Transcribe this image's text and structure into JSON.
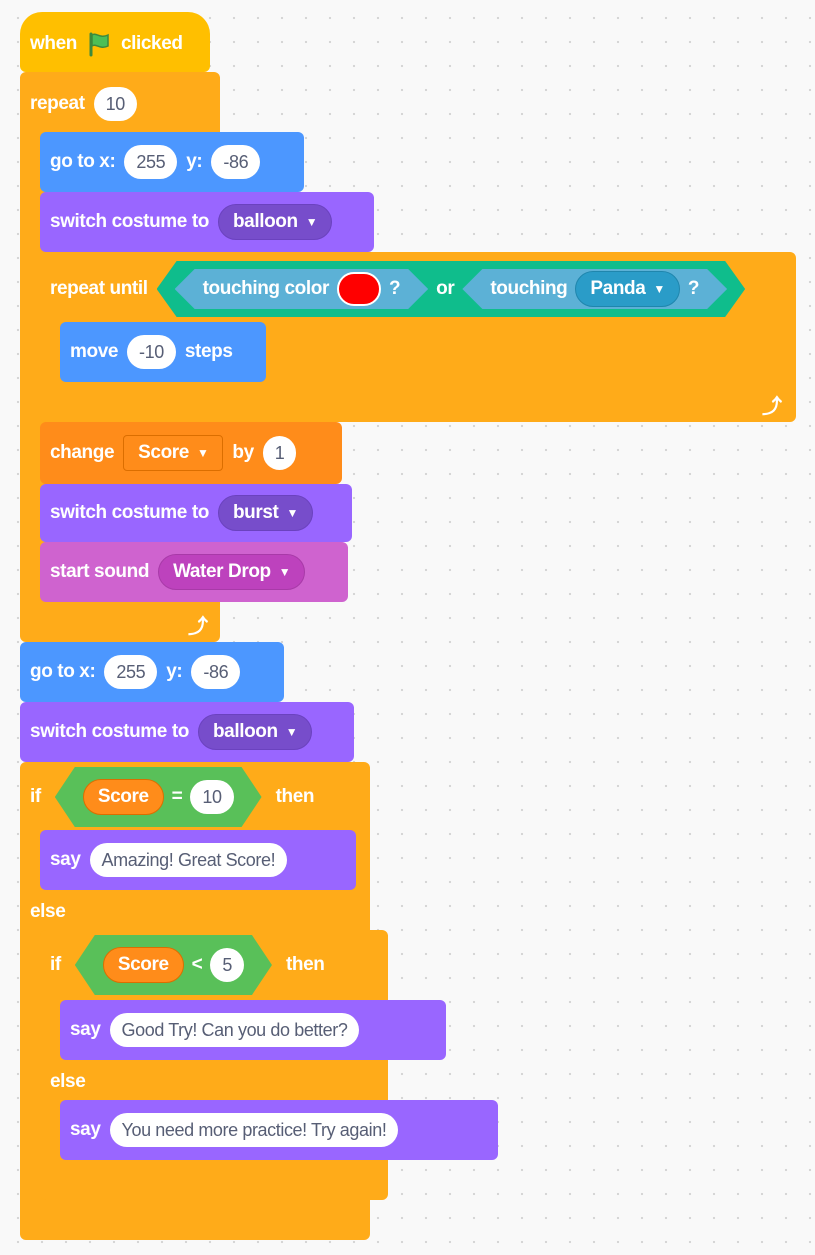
{
  "colors": {
    "event": "#ffbf00",
    "control": "#ffab19",
    "motion": "#4c97ff",
    "looks": "#9966ff",
    "sound": "#cf63cf",
    "variables": "#ff8c1a",
    "operators": "#59c059",
    "sensing": "#5cb1d6",
    "touch_color_value": "#ff0000"
  },
  "hat": {
    "when": "when",
    "flag_icon": "green-flag-icon",
    "clicked": "clicked"
  },
  "repeat": {
    "label": "repeat",
    "count": "10"
  },
  "goto1": {
    "label": "go to x:",
    "x": "255",
    "ylabel": "y:",
    "y": "-86"
  },
  "costume1": {
    "label": "switch costume to",
    "value": "balloon"
  },
  "repeat_until": {
    "label": "repeat until",
    "touch_color_label": "touching color",
    "q1": "?",
    "or": "or",
    "touching_label": "touching",
    "touch_target": "Panda",
    "q2": "?"
  },
  "move": {
    "label": "move",
    "value": "-10",
    "steps": "steps"
  },
  "change": {
    "label": "change",
    "var": "Score",
    "by": "by",
    "value": "1"
  },
  "costume2": {
    "label": "switch costume to",
    "value": "burst"
  },
  "sound": {
    "label": "start sound",
    "value": "Water Drop"
  },
  "goto2": {
    "label": "go to x:",
    "x": "255",
    "ylabel": "y:",
    "y": "-86"
  },
  "costume3": {
    "label": "switch costume to",
    "value": "balloon"
  },
  "if1": {
    "label": "if",
    "var": "Score",
    "op": "=",
    "value": "10",
    "then": "then"
  },
  "say1": {
    "label": "say",
    "text": "Amazing! Great Score!"
  },
  "else1": "else",
  "if2": {
    "label": "if",
    "var": "Score",
    "op": "<",
    "value": "5",
    "then": "then"
  },
  "say2": {
    "label": "say",
    "text": "Good Try! Can you do better?"
  },
  "else2": "else",
  "say3": {
    "label": "say",
    "text": "You need more practice! Try again!"
  }
}
